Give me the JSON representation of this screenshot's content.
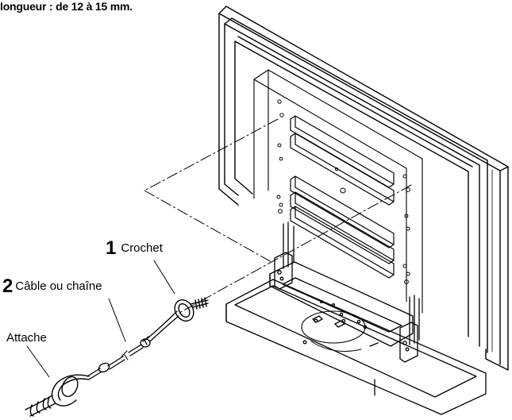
{
  "caption": "longueur : de 12 à 15 mm.",
  "callouts": {
    "hook": {
      "number": "1",
      "label": "Crochet"
    },
    "cable": {
      "number": "2",
      "label": "Câble ou chaîne"
    },
    "clamp": {
      "label": "Attache"
    }
  },
  "colors": {
    "line": "#000000",
    "background": "#ffffff"
  }
}
